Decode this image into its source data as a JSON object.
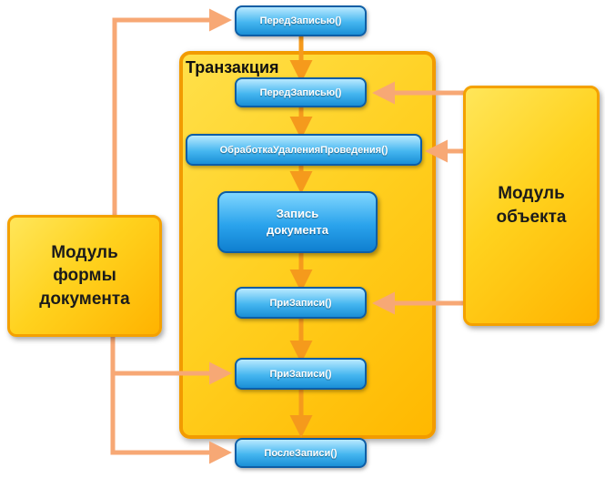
{
  "transaction": {
    "title": "Транзакция"
  },
  "modules": {
    "form": "Модуль\nформы\nдокумента",
    "object": "Модуль\nобъекта"
  },
  "nodes": {
    "before_write_outer": "ПередЗаписью()",
    "before_write_inner": "ПередЗаписью()",
    "delete_posting_processing": "ОбработкаУдаленияПроведения()",
    "document_record": "Запись\nдокумента",
    "on_write_object": "ПриЗаписи()",
    "on_write_form": "ПриЗаписи()",
    "after_write": "ПослеЗаписи()"
  },
  "colors": {
    "arrow_vertical": "#f59a1c",
    "arrow_connector": "#f7a875",
    "module_fill": "#ffd21e",
    "method_fill": "#45b6f0",
    "method_border": "#0d5ea6"
  }
}
